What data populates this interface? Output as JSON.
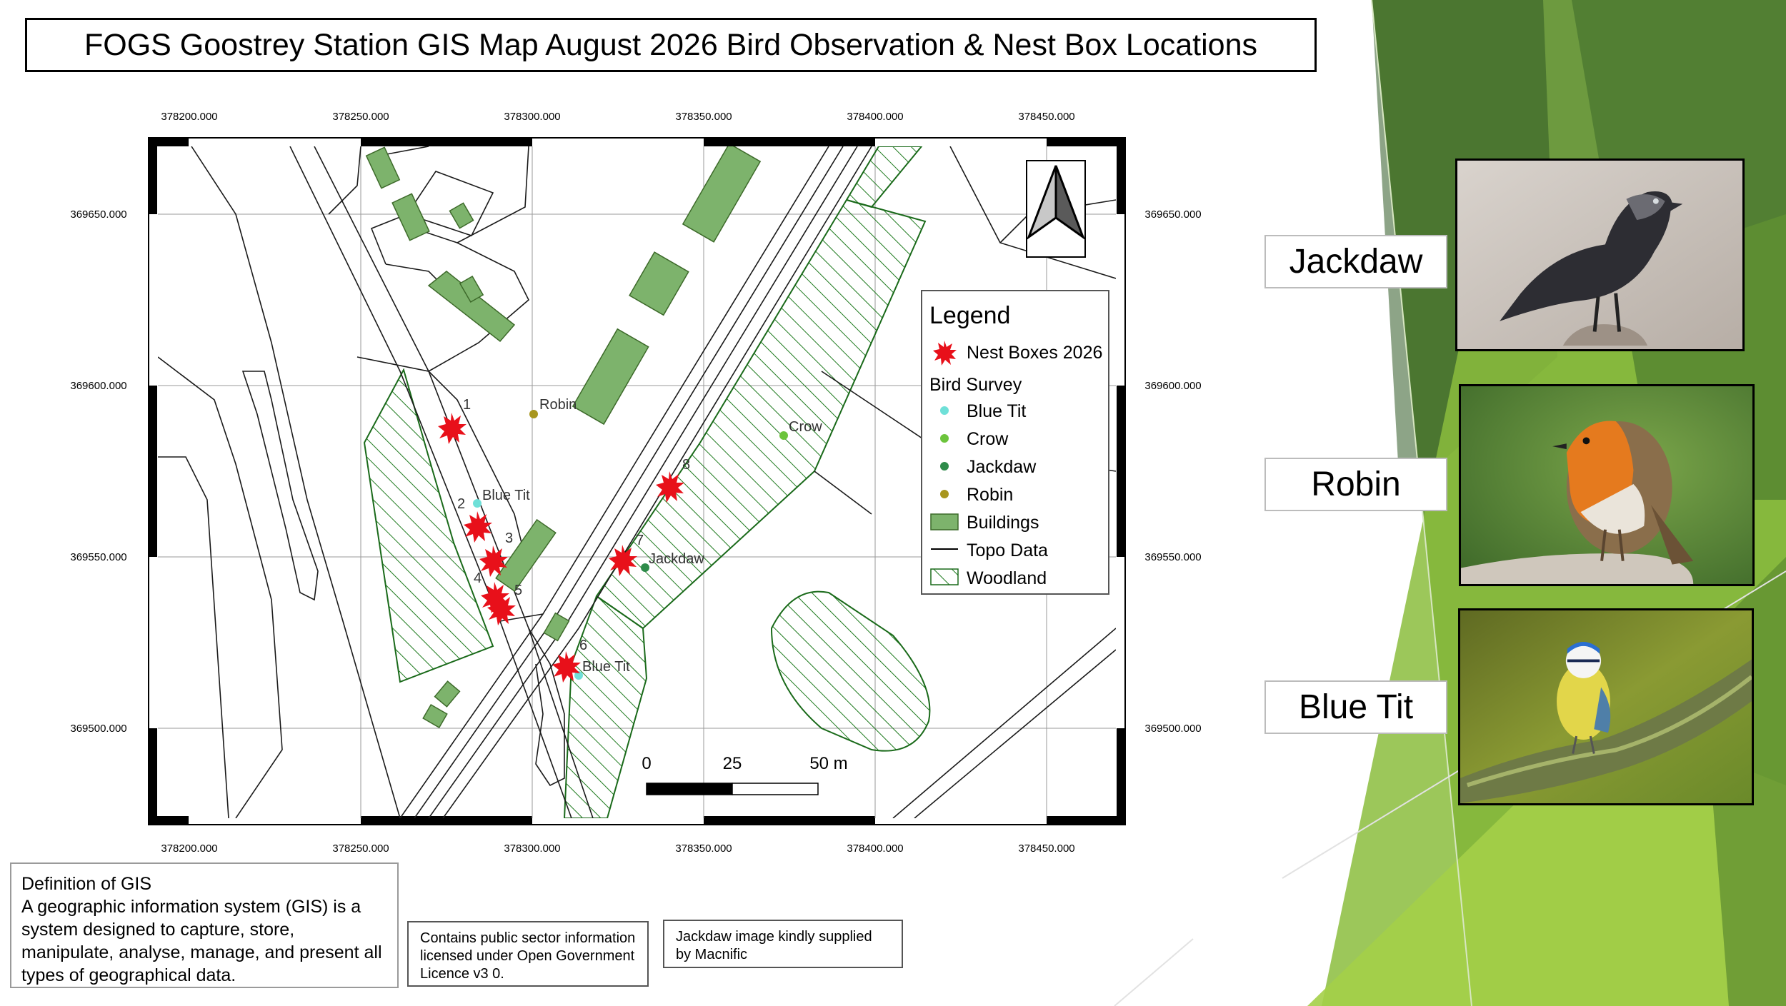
{
  "title": "FOGS Goostrey Station GIS Map August 2026 Bird Observation & Nest Box Locations",
  "colors": {
    "building": "#7db36c",
    "woodland": "#1e6e1e",
    "nest": "#e8101a",
    "blue_tit": "#6fe0d8",
    "crow": "#6cc43c",
    "jackdaw": "#2e8b4a",
    "robin": "#a8961e",
    "bg_green_dark": "#4f7d35",
    "bg_green_light": "#9bc645"
  },
  "map": {
    "x_ticks": [
      "378200.000",
      "378250.000",
      "378300.000",
      "378350.000",
      "378400.000",
      "378450.000"
    ],
    "y_ticks": [
      "369650.000",
      "369600.000",
      "369550.000",
      "369500.000"
    ],
    "nest_boxes": [
      {
        "label": "1"
      },
      {
        "label": "2"
      },
      {
        "label": "3"
      },
      {
        "label": "4"
      },
      {
        "label": "5"
      },
      {
        "label": "6"
      },
      {
        "label": "7"
      },
      {
        "label": "8"
      }
    ],
    "observations": [
      {
        "species": "Robin",
        "label": "Robin"
      },
      {
        "species": "Blue Tit",
        "label": "Blue Tit"
      },
      {
        "species": "Crow",
        "label": "Crow"
      },
      {
        "species": "Jackdaw",
        "label": "Jackdaw"
      },
      {
        "species": "Blue Tit",
        "label": "Blue Tit"
      }
    ],
    "scale_bar": {
      "labels": [
        "0",
        "25",
        "50 m"
      ]
    },
    "north_arrow_icon": "north-arrow-icon"
  },
  "legend": {
    "title": "Legend",
    "items": [
      "Nest Boxes 2026",
      "Bird Survey",
      "Blue Tit",
      "Crow",
      "Jackdaw",
      "Robin",
      "Buildings",
      "Topo Data",
      "Woodland"
    ]
  },
  "species_labels": [
    "Jackdaw",
    "Robin",
    "Blue Tit"
  ],
  "gis_definition": {
    "heading": "Definition of GIS",
    "body": "A geographic information system (GIS) is a system designed to capture, store, manipulate, analyse, manage, and present all types of geographical data."
  },
  "licence_text": "Contains public sector information licensed under Open Government Licence v3 0.",
  "jackdaw_credit": "Jackdaw image kindly supplied by Macnific"
}
